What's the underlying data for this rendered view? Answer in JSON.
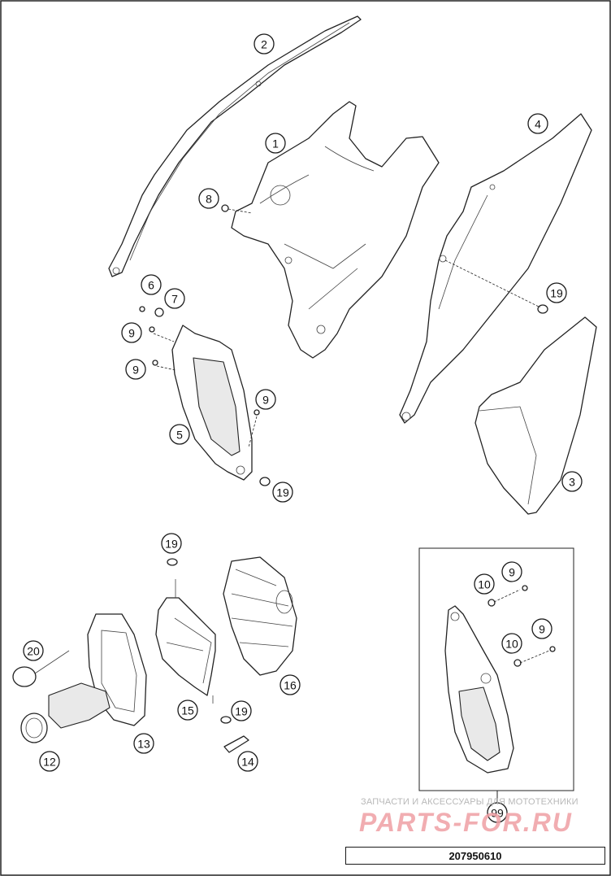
{
  "diagram": {
    "drawing_code": "207950610",
    "watermark": {
      "line": "ЗАПЧАСТИ И АКСЕССУАРЫ ДЛЯ МОТОТЕХНИКИ",
      "logo": "PARTS-FOR.RU"
    },
    "callouts": [
      {
        "id": "c1",
        "label": "1"
      },
      {
        "id": "c2",
        "label": "2"
      },
      {
        "id": "c3",
        "label": "3"
      },
      {
        "id": "c4",
        "label": "4"
      },
      {
        "id": "c5",
        "label": "5"
      },
      {
        "id": "c6",
        "label": "6"
      },
      {
        "id": "c7",
        "label": "7"
      },
      {
        "id": "c8",
        "label": "8"
      },
      {
        "id": "c9a",
        "label": "9"
      },
      {
        "id": "c9b",
        "label": "9"
      },
      {
        "id": "c9c",
        "label": "9"
      },
      {
        "id": "c9d",
        "label": "9"
      },
      {
        "id": "c9e",
        "label": "9"
      },
      {
        "id": "c10a",
        "label": "10"
      },
      {
        "id": "c10b",
        "label": "10"
      },
      {
        "id": "c12",
        "label": "12"
      },
      {
        "id": "c13",
        "label": "13"
      },
      {
        "id": "c14",
        "label": "14"
      },
      {
        "id": "c15",
        "label": "15"
      },
      {
        "id": "c16",
        "label": "16"
      },
      {
        "id": "c19a",
        "label": "19"
      },
      {
        "id": "c19b",
        "label": "19"
      },
      {
        "id": "c19c",
        "label": "19"
      },
      {
        "id": "c19d",
        "label": "19"
      },
      {
        "id": "c20",
        "label": "20"
      },
      {
        "id": "c99",
        "label": "99"
      }
    ]
  }
}
